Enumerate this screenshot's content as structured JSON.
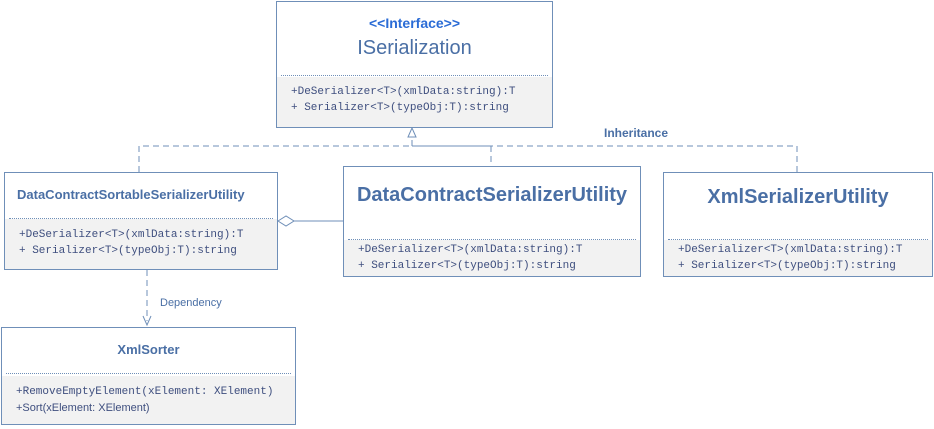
{
  "interface": {
    "stereotype": "<<Interface>>",
    "name": "ISerialization",
    "ops": [
      "+DeSerializer<T>(xmlData:string):T",
      "+ Serializer<T>(typeObj:T):string"
    ]
  },
  "dcs_sortable": {
    "name": "DataContractSortableSerializerUtility",
    "ops": [
      "+DeSerializer<T>(xmlData:string):T",
      "+ Serializer<T>(typeObj:T):string"
    ]
  },
  "dcs": {
    "name": "DataContractSerializerUtility",
    "ops": [
      "+DeSerializer<T>(xmlData:string):T",
      "+ Serializer<T>(typeObj:T):string"
    ]
  },
  "xml_util": {
    "name": "XmlSerializerUtility",
    "ops": [
      "+DeSerializer<T>(xmlData:string):T",
      "+ Serializer<T>(typeObj:T):string"
    ]
  },
  "sorter": {
    "name": "XmlSorter",
    "ops": [
      "+RemoveEmptyElement(xElement: XElement)",
      "+Sort(xElement: XElement)"
    ]
  },
  "labels": {
    "inheritance": "Inheritance",
    "dependency": "Dependency"
  },
  "colors": {
    "border": "#6f8fb8",
    "stereotype": "#2b6cd6",
    "name": "#4a6fa5",
    "ops_bg": "#f2f2f2"
  }
}
